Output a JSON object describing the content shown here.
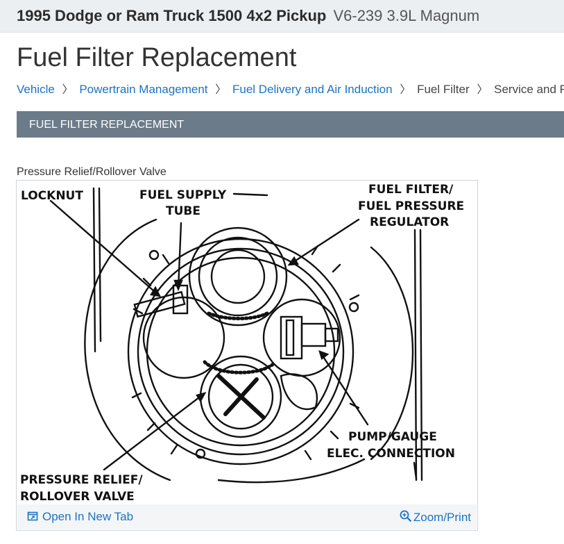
{
  "vehicle": {
    "model": "1995 Dodge or Ram Truck 1500 4x2 Pickup",
    "engine": "V6-239 3.9L Magnum"
  },
  "page": {
    "title": "Fuel Filter Replacement"
  },
  "breadcrumb": {
    "items": [
      {
        "label": "Vehicle",
        "link": true
      },
      {
        "label": "Powertrain Management",
        "link": true
      },
      {
        "label": "Fuel Delivery and Air Induction",
        "link": true
      },
      {
        "label": "Fuel Filter",
        "link": false
      },
      {
        "label": "Service and Repair",
        "link": false
      }
    ]
  },
  "section": {
    "title": "FUEL FILTER REPLACEMENT"
  },
  "figure": {
    "caption": "Pressure Relief/Rollover Valve",
    "labels": {
      "locknut": "LOCKNUT",
      "fuel_supply_1": "FUEL SUPPLY",
      "fuel_supply_2": "TUBE",
      "fuel_filter_1": "FUEL FILTER/",
      "fuel_filter_2": "FUEL PRESSURE",
      "fuel_filter_3": "REGULATOR",
      "pump_gauge_1": "PUMP/GAUGE",
      "pump_gauge_2": "ELEC. CONNECTION",
      "pressure_relief_1": "PRESSURE RELIEF/",
      "pressure_relief_2": "ROLLOVER VALVE"
    },
    "actions": {
      "open_new_tab": "Open In New Tab",
      "zoom_print": "Zoom/Print"
    }
  },
  "colors": {
    "link": "#1a73c4",
    "section_bar": "#6b7b89",
    "vehicle_bar": "#eceff2"
  }
}
